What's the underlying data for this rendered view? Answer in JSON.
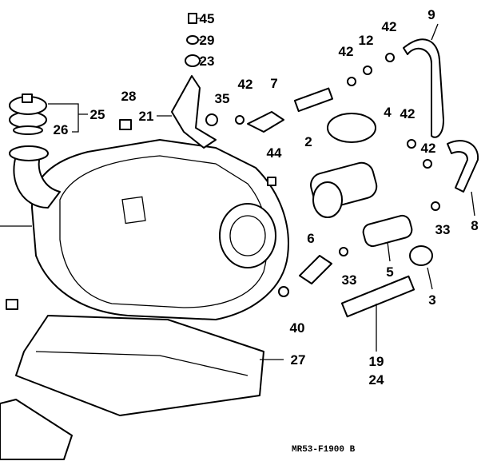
{
  "diagram": {
    "labels": [
      "45",
      "29",
      "23",
      "9",
      "42",
      "12",
      "42",
      "28",
      "21",
      "35",
      "42",
      "7",
      "25",
      "26",
      "4",
      "42",
      "2",
      "44",
      "42",
      "8",
      "6",
      "33",
      "5",
      "33",
      "3",
      "40",
      "27",
      "19",
      "24"
    ],
    "drawing_code": "MR53-F1900 B"
  }
}
